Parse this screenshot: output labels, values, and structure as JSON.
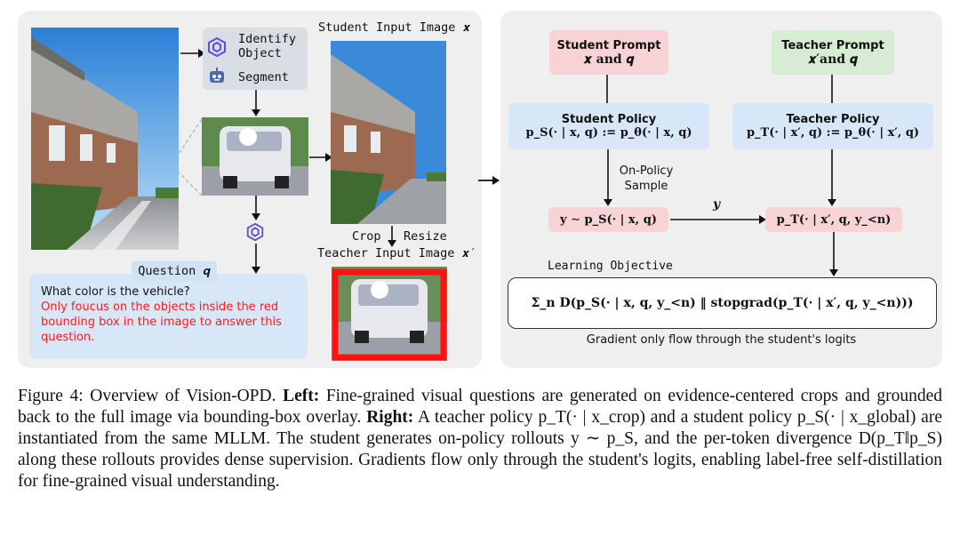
{
  "left": {
    "tools": {
      "identify": "Identify Object",
      "segment": "Segment"
    },
    "student_input_label": "Student Input Image 𝒙",
    "crop_label": "Crop",
    "resize_label": "Resize",
    "teacher_input_label": "Teacher Input Image 𝒙′",
    "question_tag": "Question 𝒒",
    "question_text": "What color is the vehicle?",
    "question_instruction": "Only foucus on the objects inside the red bounding box in the image to answer this question."
  },
  "right": {
    "student_prompt_title": "Student Prompt",
    "student_prompt_vars": "𝒙 and 𝒒",
    "teacher_prompt_title": "Teacher Prompt",
    "teacher_prompt_vars": "𝒙′and 𝒒",
    "student_policy_title": "Student Policy",
    "student_policy_formula": "p_S(· | x, q) := p_θ(· | x, q)",
    "teacher_policy_title": "Teacher Policy",
    "teacher_policy_formula": "p_T(· | x′, q) := p_θ(· | x′, q)",
    "on_policy_label": "On-Policy Sample",
    "sample_formula": "y ∼ p_S(· | x, q)",
    "y_label": "y",
    "teacher_logits_formula": "p_T(· | x′, q, y_<n)",
    "objective_label": "Learning Objective",
    "objective_formula": "Σ_n D(p_S(· | x, q, y_<n) ‖ stopgrad(p_T(· | x′, q, y_<n)))",
    "gradient_note": "Gradient only flow through the student's logits"
  },
  "caption": {
    "figure_label": "Figure 4: Overview of Vision-OPD.",
    "left_heading": "Left:",
    "left_text": "Fine-grained visual questions are generated on evidence-centered crops and grounded back to the full image via bounding-box overlay.",
    "right_heading": "Right:",
    "right_text": "A teacher policy p_T(· | x_crop) and a student policy p_S(· | x_global) are instantiated from the same MLLM. The student generates on-policy rollouts y ∼ p_S, and the per-token divergence D(p_T‖p_S) along these rollouts provides dense supervision. Gradients flow only through the student's logits, enabling label-free self-distillation for fine-grained visual understanding."
  },
  "colors": {
    "pink": "#f7d3d6",
    "green": "#d6ecd3",
    "blue": "#d8e7f8",
    "red": "#ff1111",
    "panel": "#efefef"
  },
  "icons": [
    "openai-icon",
    "robot-icon",
    "arrow-icon"
  ]
}
